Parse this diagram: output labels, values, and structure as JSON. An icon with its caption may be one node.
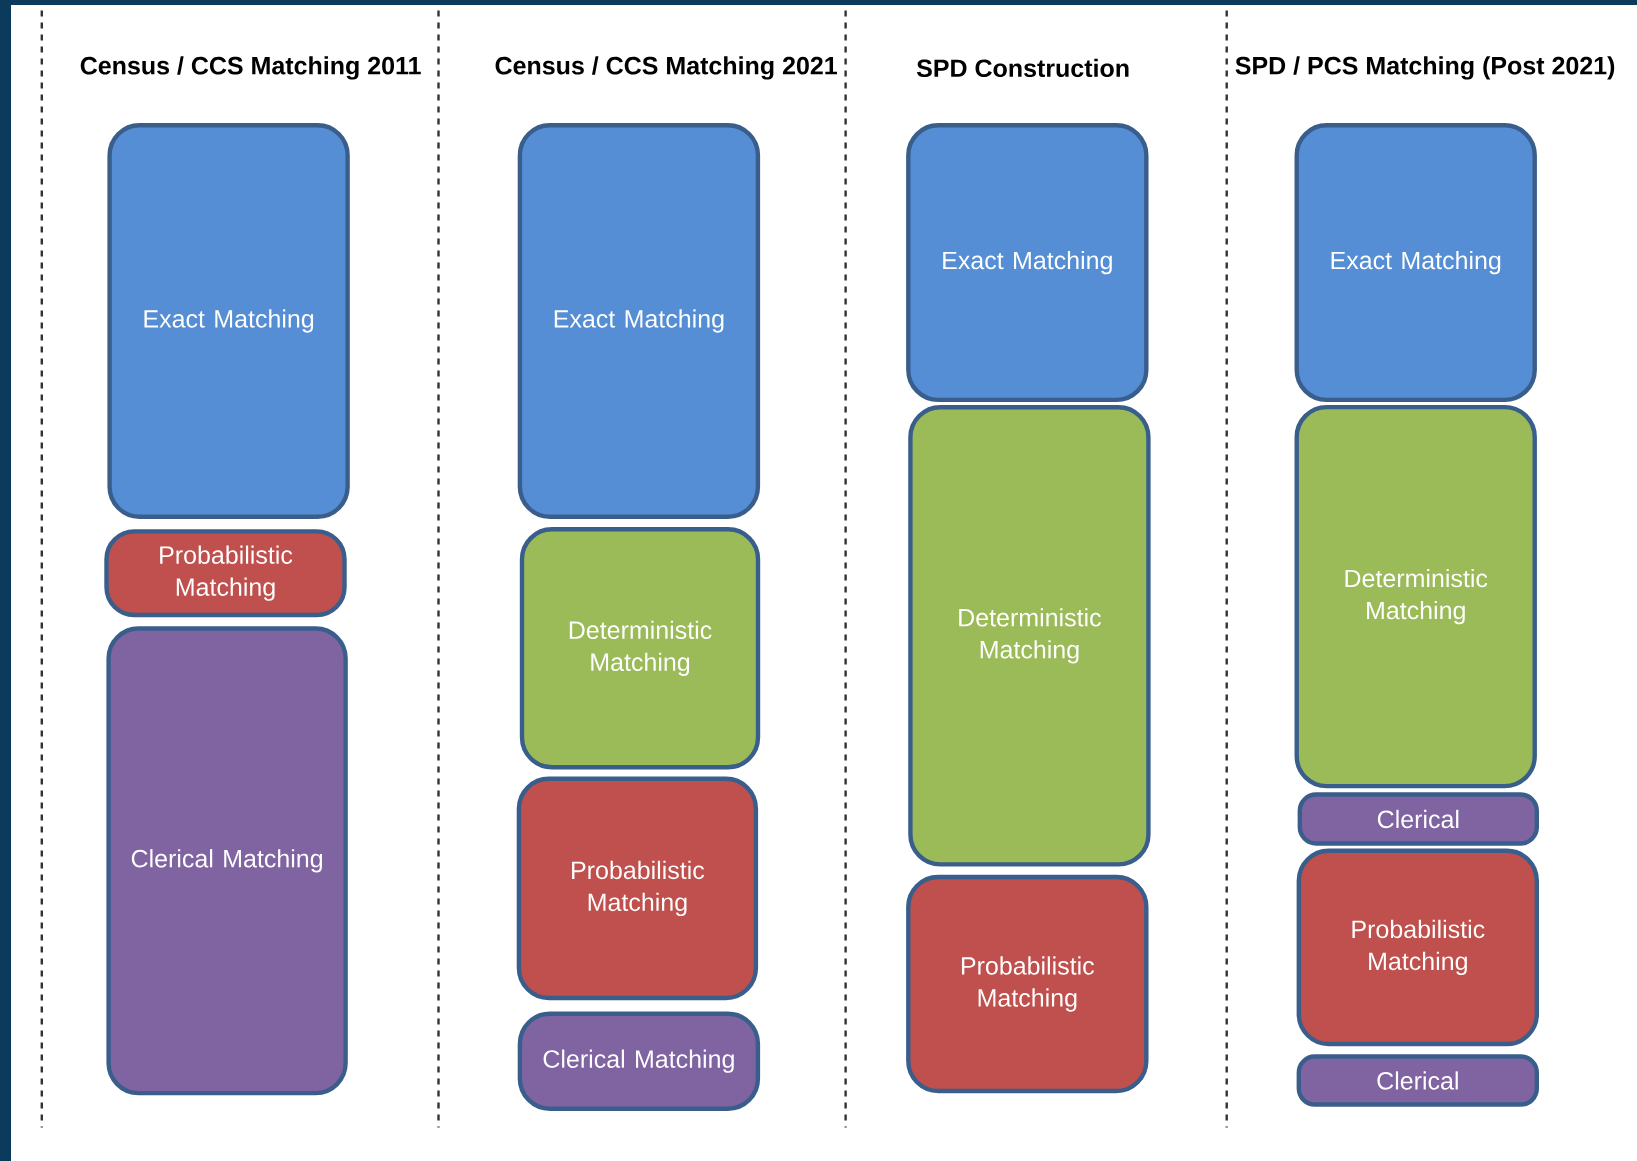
{
  "diagram": {
    "nodes": [
      {
        "text": [
          "Exact Matching"
        ]
      },
      {
        "text": [
          "Probabilistic Matching"
        ]
      },
      {
        "text": [
          "Clerical Matching"
        ]
      },
      {
        "text": [
          "Exact Matching"
        ]
      },
      {
        "text": [
          "Deterministic Matching"
        ]
      },
      {
        "text": [
          "Probabilistic Matching"
        ]
      },
      {
        "text": [
          "Clerical Matching"
        ]
      },
      {
        "text": [
          "Exact Matching"
        ]
      },
      {
        "text": [
          "Deterministic Matching"
        ]
      },
      {
        "text": [
          "Probabilistic Matching"
        ]
      },
      {
        "text": [
          "Exact Matching"
        ]
      },
      {
        "text": [
          "Deterministic Matching"
        ]
      },
      {
        "text": [
          "Clerical"
        ]
      },
      {
        "text": [
          "Probabilistic Matching"
        ]
      },
      {
        "text": [
          "Clerical"
        ]
      }
    ],
    "labels": [
      "Census / CCS Matching 2011",
      "Census / CCS Matching 2021",
      "SPD Construction",
      "SPD / PCS Matching (Post 2021)"
    ]
  }
}
